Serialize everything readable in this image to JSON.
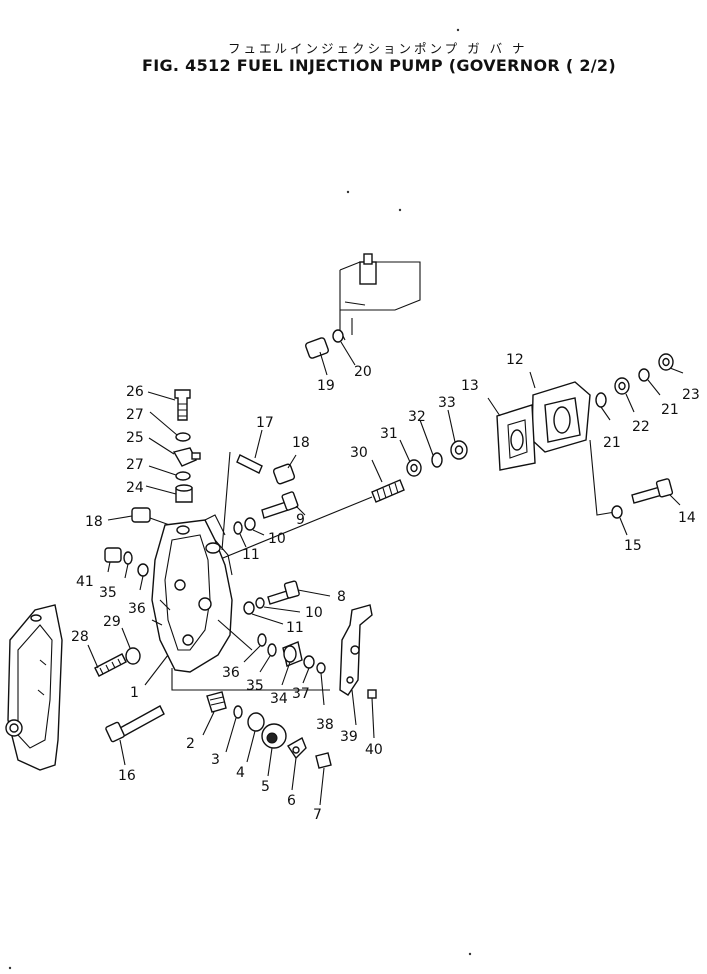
{
  "title": {
    "japanese": "フュエルインジェクションポンプ  ガ  バ  ナ",
    "english": "FIG. 4512   FUEL INJECTION PUMP (GOVERNOR ( 2/2)"
  },
  "diagram": {
    "labels": [
      {
        "id": "1",
        "text": "1"
      },
      {
        "id": "2",
        "text": "2"
      },
      {
        "id": "3",
        "text": "3"
      },
      {
        "id": "4",
        "text": "4"
      },
      {
        "id": "5",
        "text": "5"
      },
      {
        "id": "6",
        "text": "6"
      },
      {
        "id": "7",
        "text": "7"
      },
      {
        "id": "8",
        "text": "8"
      },
      {
        "id": "9",
        "text": "9"
      },
      {
        "id": "10a",
        "text": "10"
      },
      {
        "id": "10b",
        "text": "10"
      },
      {
        "id": "11a",
        "text": "11"
      },
      {
        "id": "11b",
        "text": "11"
      },
      {
        "id": "12",
        "text": "12"
      },
      {
        "id": "13",
        "text": "13"
      },
      {
        "id": "14",
        "text": "14"
      },
      {
        "id": "15",
        "text": "15"
      },
      {
        "id": "16",
        "text": "16"
      },
      {
        "id": "17",
        "text": "17"
      },
      {
        "id": "18a",
        "text": "18"
      },
      {
        "id": "18b",
        "text": "18"
      },
      {
        "id": "19",
        "text": "19"
      },
      {
        "id": "20",
        "text": "20"
      },
      {
        "id": "21a",
        "text": "21"
      },
      {
        "id": "21b",
        "text": "21"
      },
      {
        "id": "22",
        "text": "22"
      },
      {
        "id": "23",
        "text": "23"
      },
      {
        "id": "24",
        "text": "24"
      },
      {
        "id": "25",
        "text": "25"
      },
      {
        "id": "26",
        "text": "26"
      },
      {
        "id": "27a",
        "text": "27"
      },
      {
        "id": "27b",
        "text": "27"
      },
      {
        "id": "28",
        "text": "28"
      },
      {
        "id": "29",
        "text": "29"
      },
      {
        "id": "30",
        "text": "30"
      },
      {
        "id": "31",
        "text": "31"
      },
      {
        "id": "32",
        "text": "32"
      },
      {
        "id": "33",
        "text": "33"
      },
      {
        "id": "34",
        "text": "34"
      },
      {
        "id": "35a",
        "text": "35"
      },
      {
        "id": "35b",
        "text": "35"
      },
      {
        "id": "36a",
        "text": "36"
      },
      {
        "id": "36b",
        "text": "36"
      },
      {
        "id": "37",
        "text": "37"
      },
      {
        "id": "38",
        "text": "38"
      },
      {
        "id": "39",
        "text": "39"
      },
      {
        "id": "40",
        "text": "40"
      },
      {
        "id": "41",
        "text": "41"
      }
    ]
  }
}
